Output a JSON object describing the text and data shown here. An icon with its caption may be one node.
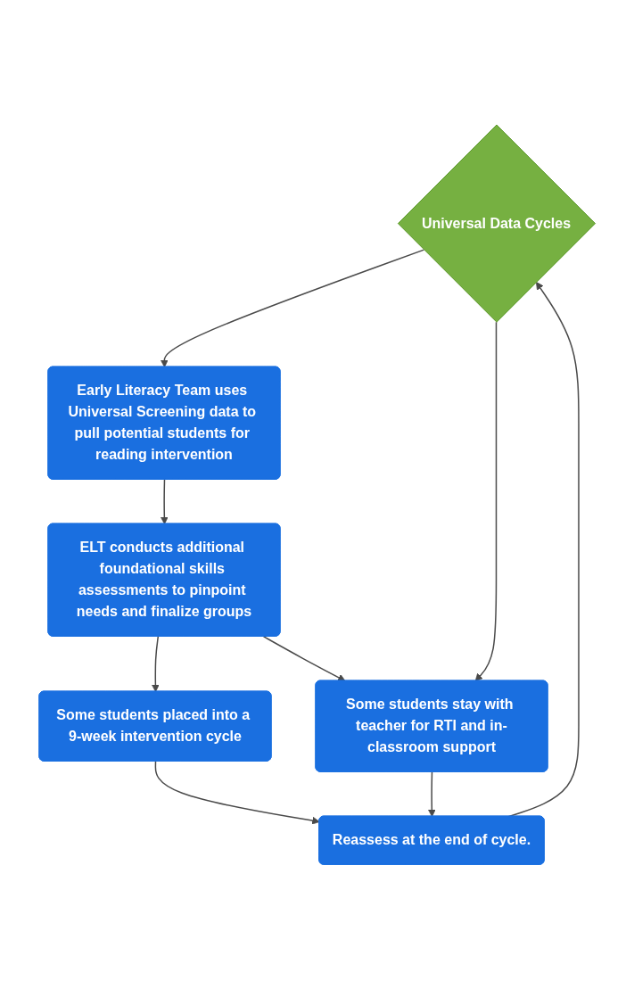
{
  "diagram": {
    "nodes": [
      {
        "text": [
          "Universal Data Cycles"
        ]
      },
      {
        "text": [
          "Early Literacy Team uses Universal Screening data to pull potential students for reading intervention"
        ]
      },
      {
        "text": [
          "ELT conducts additional foundational skills assessments to pinpoint needs and finalize groups"
        ]
      },
      {
        "text": [
          "Some students placed into a 9-week intervention cycle"
        ]
      },
      {
        "text": [
          "Some students stay with teacher for RTI and in-classroom support"
        ]
      },
      {
        "text": [
          "Reassess at the end of cycle."
        ]
      }
    ],
    "edges": [
      {
        "from": 0,
        "to": 1,
        "arrow": "to"
      },
      {
        "from": 0,
        "to": 4,
        "arrow": "to"
      },
      {
        "from": 1,
        "to": 2,
        "arrow": "to"
      },
      {
        "from": 2,
        "to": 3,
        "arrow": "to"
      },
      {
        "from": 2,
        "to": 4,
        "arrow": "to"
      },
      {
        "from": 3,
        "to": 5,
        "arrow": "to"
      },
      {
        "from": 4,
        "to": 5,
        "arrow": "to"
      },
      {
        "from": 5,
        "to": 0,
        "arrow": "to"
      }
    ]
  }
}
